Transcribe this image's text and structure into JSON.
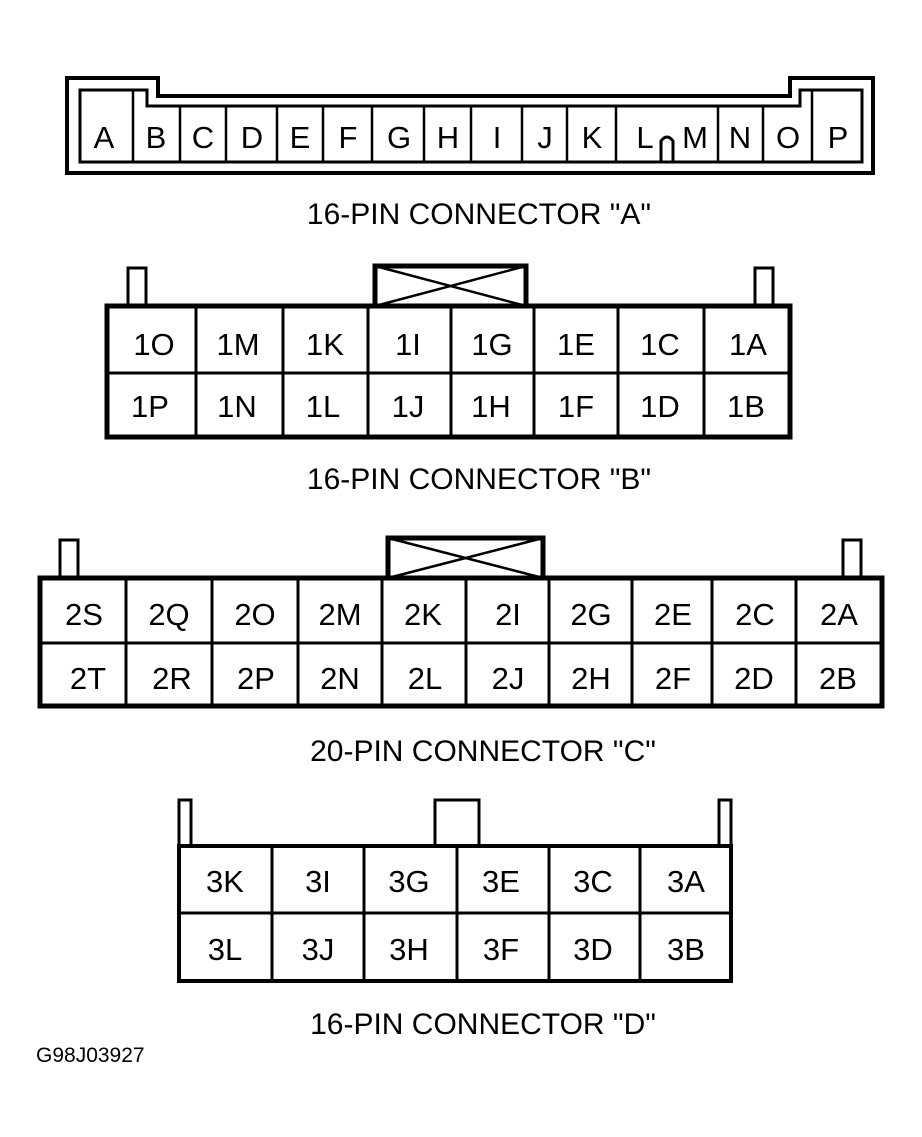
{
  "connectors": {
    "a": {
      "caption": "16-PIN CONNECTOR \"A\"",
      "pins": [
        "A",
        "B",
        "C",
        "D",
        "E",
        "F",
        "G",
        "H",
        "I",
        "J",
        "K",
        "L",
        "M",
        "N",
        "O",
        "P"
      ]
    },
    "b": {
      "caption": "16-PIN CONNECTOR \"B\"",
      "top_row": [
        "1O",
        "1M",
        "1K",
        "1I",
        "1G",
        "1E",
        "1C",
        "1A"
      ],
      "bottom_row": [
        "1P",
        "1N",
        "1L",
        "1J",
        "1H",
        "1F",
        "1D",
        "1B"
      ]
    },
    "c": {
      "caption": "20-PIN CONNECTOR \"C\"",
      "top_row": [
        "2S",
        "2Q",
        "2O",
        "2M",
        "2K",
        "2I",
        "2G",
        "2E",
        "2C",
        "2A"
      ],
      "bottom_row": [
        "2T",
        "2R",
        "2P",
        "2N",
        "2L",
        "2J",
        "2H",
        "2F",
        "2D",
        "2B"
      ]
    },
    "d": {
      "caption": "16-PIN CONNECTOR \"D\"",
      "top_row": [
        "3K",
        "3I",
        "3G",
        "3E",
        "3C",
        "3A"
      ],
      "bottom_row": [
        "3L",
        "3J",
        "3H",
        "3F",
        "3D",
        "3B"
      ]
    }
  },
  "figure_code": "G98J03927"
}
